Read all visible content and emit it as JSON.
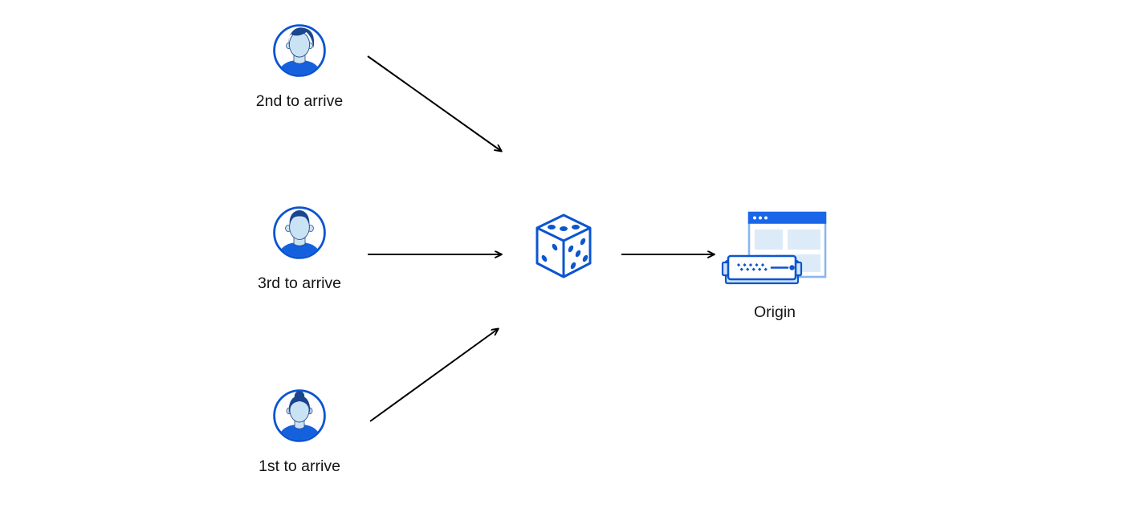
{
  "diagram": {
    "description": "Three clients arriving in different order send requests through a randomizing die to a single origin server",
    "nodes": {
      "user_second": {
        "label": "2nd to arrive",
        "icon": "man-swept-hair-avatar"
      },
      "user_third": {
        "label": "3rd to arrive",
        "icon": "man-short-hair-avatar"
      },
      "user_first": {
        "label": "1st to arrive",
        "icon": "woman-bun-avatar"
      },
      "dice": {
        "icon": "dice-icon"
      },
      "origin": {
        "label": "Origin",
        "icon": "origin-server-icon"
      }
    },
    "edges": [
      {
        "from": "user-second",
        "to": "dice"
      },
      {
        "from": "user-third",
        "to": "dice"
      },
      {
        "from": "user-first",
        "to": "dice"
      },
      {
        "from": "dice",
        "to": "origin"
      }
    ],
    "colors": {
      "primary_blue": "#0b55cf",
      "title_bar_blue": "#1a66e8",
      "shirt_blue": "#1560dd",
      "hair_navy": "#1b4590",
      "skin_light_blue": "#c9e3f5",
      "window_border": "#8ab6ec",
      "light_fill": "#ddebf8",
      "pale_fill": "#cfe3f6",
      "arrow_black": "#000000",
      "text_color": "#141517",
      "background": "#ffffff"
    }
  }
}
